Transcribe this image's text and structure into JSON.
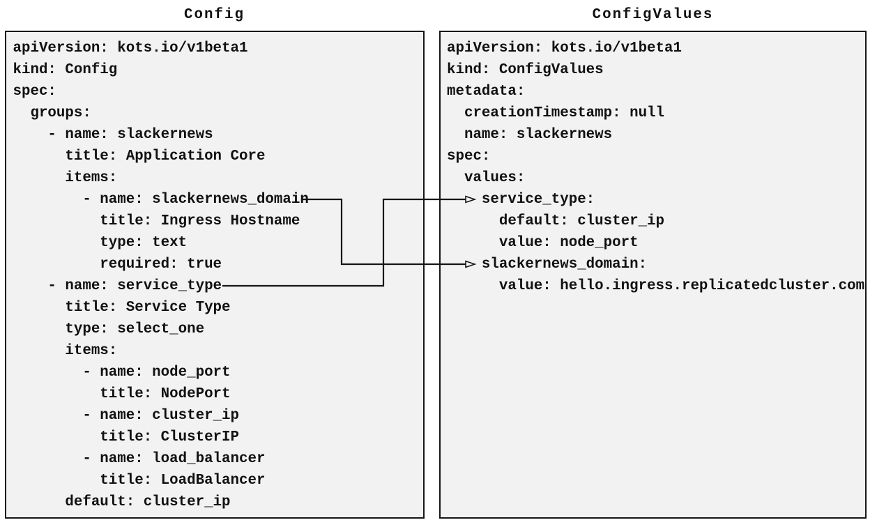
{
  "colors": {
    "panel_bg": "#f2f2f2",
    "border": "#161616",
    "text": "#111111",
    "arrow": "#161616",
    "page_bg": "#ffffff"
  },
  "left_panel": {
    "title": "Config",
    "yaml_lines": [
      "apiVersion: kots.io/v1beta1",
      "kind: Config",
      "spec:",
      "  groups:",
      "    - name: slackernews",
      "      title: Application Core",
      "      items:",
      "        - name: slackernews_domain",
      "          title: Ingress Hostname",
      "          type: text",
      "          required: true",
      "    - name: service_type",
      "      title: Service Type",
      "      type: select_one",
      "      items:",
      "        - name: node_port",
      "          title: NodePort",
      "        - name: cluster_ip",
      "          title: ClusterIP",
      "        - name: load_balancer",
      "          title: LoadBalancer",
      "      default: cluster_ip"
    ]
  },
  "right_panel": {
    "title": "ConfigValues",
    "yaml_lines": [
      "apiVersion: kots.io/v1beta1",
      "kind: ConfigValues",
      "metadata:",
      "  creationTimestamp: null",
      "  name: slackernews",
      "spec:",
      "  values:",
      "    service_type:",
      "      default: cluster_ip",
      "      value: node_port",
      "    slackernews_domain:",
      "      value: hello.ingress.replicatedcluster.com"
    ]
  },
  "connections": [
    {
      "from": "Config: groups[0].items[0] name slackernews_domain",
      "to": "ConfigValues: spec.values.slackernews_domain"
    },
    {
      "from": "Config: groups[1] name service_type",
      "to": "ConfigValues: spec.values.service_type"
    }
  ]
}
